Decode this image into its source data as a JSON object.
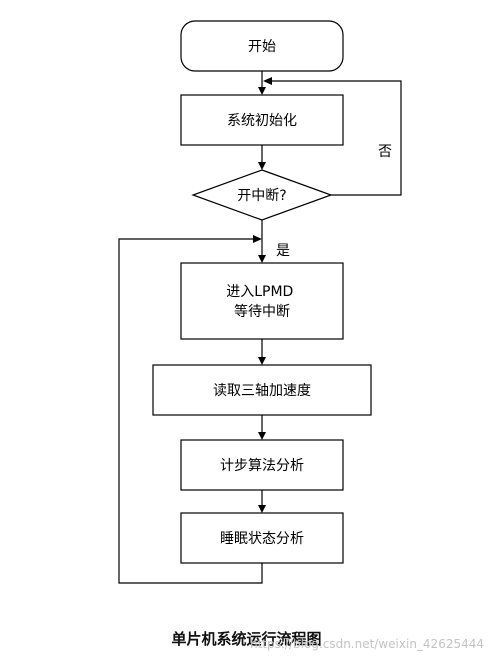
{
  "flowchart": {
    "start": "开始",
    "init": "系统初始化",
    "decision": "开中断?",
    "no_label": "否",
    "yes_label": "是",
    "lpmd_line1": "进入LPMD",
    "lpmd_line2": "等待中断",
    "read_accel": "读取三轴加速度",
    "step_algo": "计步算法分析",
    "sleep_analysis": "睡眠状态分析"
  },
  "caption": "单片机系统运行流程图",
  "watermark": "https://blog.csdn.net/weixin_42625444"
}
